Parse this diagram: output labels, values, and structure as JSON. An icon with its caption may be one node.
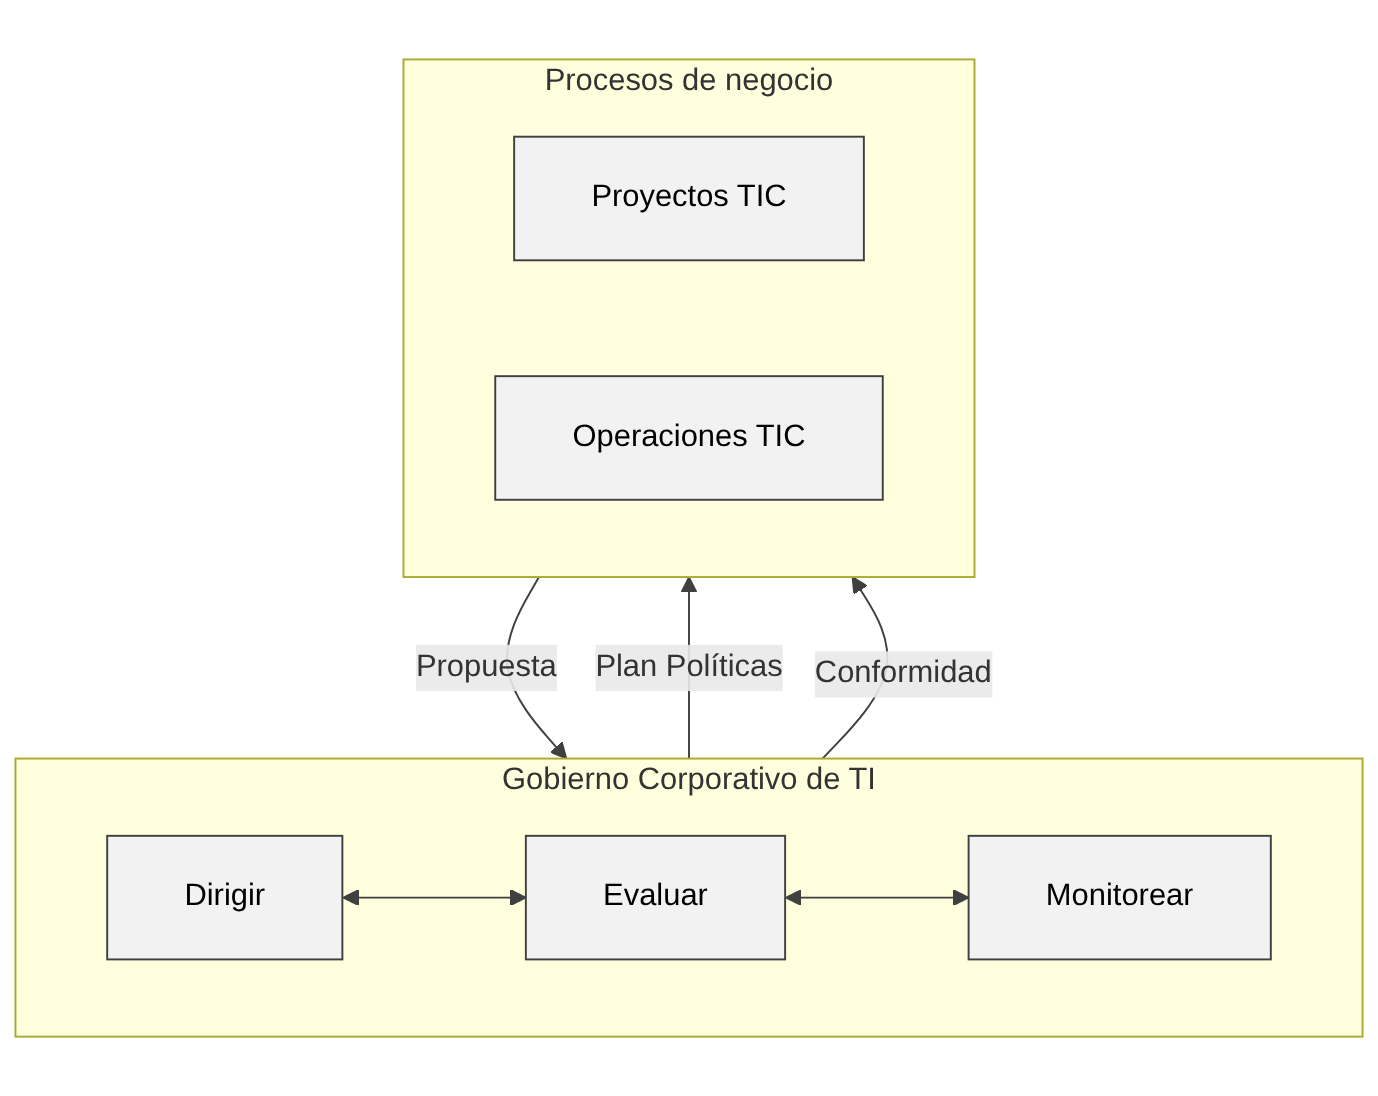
{
  "diagram": {
    "nodes": [
      {
        "text": [
          "Gobierno Corporativo de TI"
        ]
      },
      {
        "text": [
          "Dirigir"
        ],
        "in": 0
      },
      {
        "text": [
          "Evaluar"
        ],
        "in": 0
      },
      {
        "text": [
          "Monitorear"
        ],
        "in": 0
      },
      {
        "text": [
          "Procesos de negocio"
        ]
      },
      {
        "text": [
          "Proyectos TIC"
        ],
        "in": 4
      },
      {
        "text": [
          "Operaciones TIC"
        ],
        "in": 4
      }
    ],
    "edges": [
      {
        "from": 1,
        "to": 2,
        "arrow": "both"
      },
      {
        "from": 2,
        "to": 3,
        "arrow": "both"
      },
      {
        "from": 0,
        "to": 4,
        "arrow": "to",
        "label": "Plan Políticas"
      },
      {
        "from": 4,
        "to": 0,
        "arrow": "to",
        "label": "Propuesta"
      },
      {
        "from": 0,
        "to": 4,
        "arrow": "to",
        "label": "Conformidad"
      }
    ]
  }
}
